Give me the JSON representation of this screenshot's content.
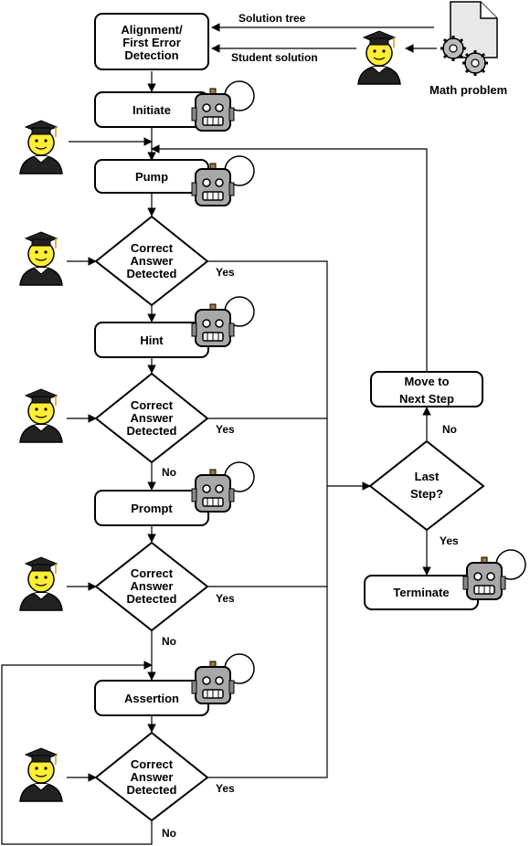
{
  "nodes": {
    "alignment": [
      "Alignment/",
      "First Error",
      "Detection"
    ],
    "initiate": "Initiate",
    "pump": "Pump",
    "hint": "Hint",
    "prompt": "Prompt",
    "assertion": "Assertion",
    "correct_answer": [
      "Correct",
      "Answer",
      "Detected"
    ],
    "move_next": [
      "Move to",
      "Next Step"
    ],
    "last_step": [
      "Last",
      "Step?"
    ],
    "terminate": "Terminate",
    "math_problem": "Math problem"
  },
  "edges": {
    "solution_tree": "Solution tree",
    "student_solution": "Student solution",
    "yes": "Yes",
    "no": "No"
  },
  "colors": {
    "robot_body": "#a8a8a8",
    "student_face": "#ffee33",
    "cap": "#222222"
  }
}
